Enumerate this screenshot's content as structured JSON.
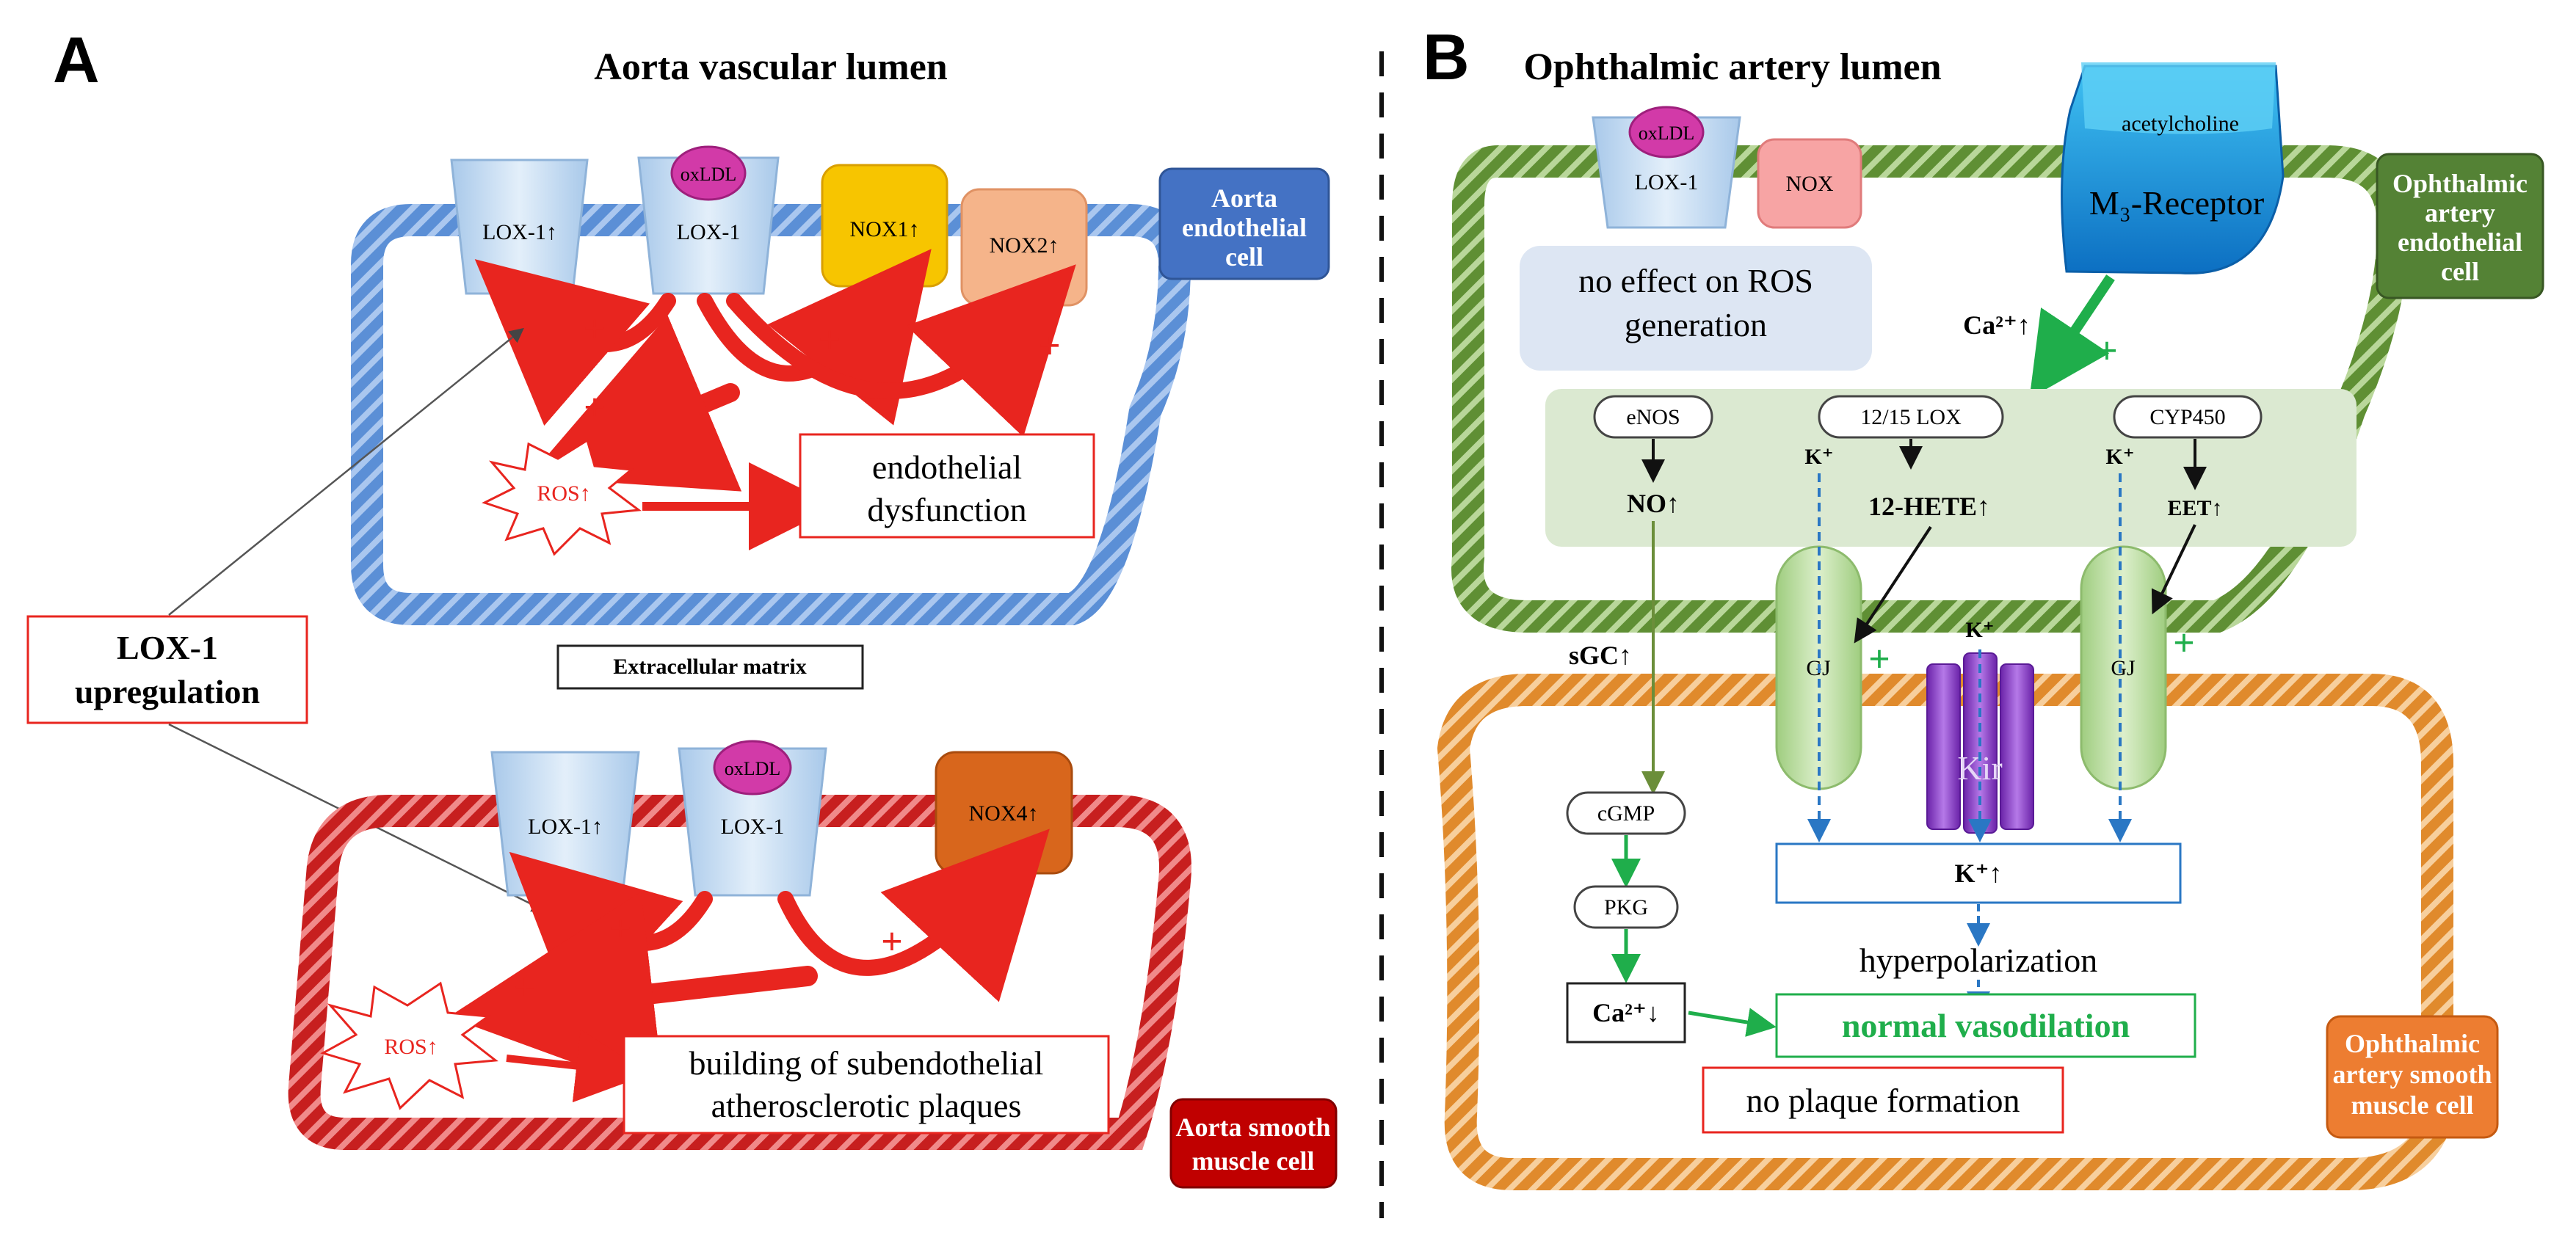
{
  "panel_a": {
    "letter": "A",
    "title": "Aorta vascular lumen",
    "endothelial_cell_label": [
      "Aorta",
      "endothelial",
      "cell"
    ],
    "smooth_muscle_label": [
      "Aorta smooth",
      "muscle cell"
    ],
    "top_receptors": {
      "lox1_up": "LOX-1↑",
      "lox1": "LOX-1",
      "oxldl": "oxLDL",
      "nox1": "NOX1↑",
      "nox2": "NOX2↑"
    },
    "top_ros": "ROS↑",
    "endothelial_dysfunction": [
      "endothelial",
      "dysfunction"
    ],
    "lox1_upregulation": [
      "LOX-1",
      "upregulation"
    ],
    "extracellular_matrix": "Extracellular matrix",
    "bottom_receptors": {
      "lox1_up": "LOX-1↑",
      "lox1": "LOX-1",
      "oxldl": "oxLDL",
      "nox4": "NOX4↑"
    },
    "bottom_ros": "ROS↑",
    "plaques": [
      "building of subendothelial",
      "atherosclerotic plaques"
    ],
    "plus": "+"
  },
  "panel_b": {
    "letter": "B",
    "title": "Ophthalmic artery lumen",
    "oxldl": "oxLDL",
    "lox1": "LOX-1",
    "nox": "NOX",
    "no_effect": [
      "no effect on ROS",
      "generation"
    ],
    "acetylcholine": "acetylcholine",
    "m3_receptor": "M₃-Receptor",
    "endothelial_cell_label": [
      "Ophthalmic",
      "artery",
      "endothelial",
      "cell"
    ],
    "smooth_muscle_label": [
      "Ophthalmic",
      "artery smooth",
      "muscle cell"
    ],
    "ca_up": "Ca²⁺↑",
    "enos": "eNOS",
    "lox1215": "12/15 LOX",
    "cyp450": "CYP450",
    "no_up": "NO↑",
    "k_plus": "K⁺",
    "hete": "12-HETE↑",
    "eet": "EET↑",
    "sgc": "sGC↑",
    "gj": "GJ",
    "kir": "Kir",
    "cgmp": "cGMP",
    "pkg": "PKG",
    "ca_down": "Ca²⁺↓",
    "k_up": "K⁺↑",
    "hyperpolarization": "hyperpolarization",
    "normal_vasodilation": "normal vasodilation",
    "no_plaque": "no plaque formation",
    "plus": "+"
  },
  "colors": {
    "aorta_membrane": "#5b8fd6",
    "smooth_membrane": "#d42a2a",
    "oph_membrane": "#6a9a3e",
    "oph_smooth_membrane": "#e8993e",
    "red_arrow": "#e8251f",
    "green_plus": "#1fae4b",
    "oxldl": "#d23aa8",
    "lox1": "#c7def2",
    "nox1": "#f7c500",
    "nox2": "#f5b48a",
    "nox4": "#d8661c",
    "m3": "#1b8fd8",
    "gj": "#b7dd9c",
    "kir": "#8b3dc7"
  }
}
